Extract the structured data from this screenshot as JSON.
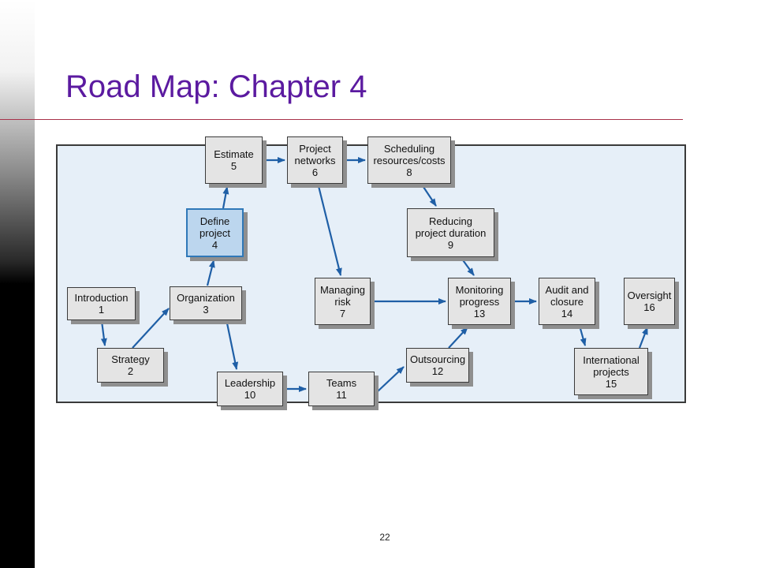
{
  "slide": {
    "title": "Road Map: Chapter 4",
    "page_number": "22"
  },
  "colors": {
    "title": "#5b1aa0",
    "rule": "#a8324a",
    "panel": "#e6eff8",
    "box": "#e4e4e4",
    "box_highlight": "#bcd6ee",
    "arrow": "#1f5fa6"
  },
  "nodes": {
    "introduction": {
      "line1": "Introduction",
      "line2": "1"
    },
    "strategy": {
      "line1": "Strategy",
      "line2": "2"
    },
    "organization": {
      "line1": "Organization",
      "line2": "3"
    },
    "define_project": {
      "line1": "Define",
      "line2": "project",
      "line3": "4",
      "highlighted": true
    },
    "estimate": {
      "line1": "Estimate",
      "line2": "5"
    },
    "project_networks": {
      "line1": "Project",
      "line2": "networks",
      "line3": "6"
    },
    "managing_risk": {
      "line1": "Managing",
      "line2": "risk",
      "line3": "7"
    },
    "scheduling": {
      "line1": "Scheduling",
      "line2": "resources/costs",
      "line3": "8"
    },
    "reducing_duration": {
      "line1": "Reducing",
      "line2": "project duration",
      "line3": "9"
    },
    "leadership": {
      "line1": "Leadership",
      "line2": "10"
    },
    "teams": {
      "line1": "Teams",
      "line2": "11"
    },
    "outsourcing": {
      "line1": "Outsourcing",
      "line2": "12"
    },
    "monitoring": {
      "line1": "Monitoring",
      "line2": "progress",
      "line3": "13"
    },
    "audit_closure": {
      "line1": "Audit and",
      "line2": "closure",
      "line3": "14"
    },
    "international": {
      "line1": "International",
      "line2": "projects",
      "line3": "15"
    },
    "oversight": {
      "line1": "Oversight",
      "line2": "16"
    }
  },
  "edges": [
    {
      "from": "introduction",
      "to": "strategy"
    },
    {
      "from": "strategy",
      "to": "organization"
    },
    {
      "from": "organization",
      "to": "define_project"
    },
    {
      "from": "define_project",
      "to": "estimate"
    },
    {
      "from": "organization",
      "to": "leadership"
    },
    {
      "from": "estimate",
      "to": "project_networks"
    },
    {
      "from": "project_networks",
      "to": "scheduling"
    },
    {
      "from": "project_networks",
      "to": "managing_risk"
    },
    {
      "from": "scheduling",
      "to": "reducing_duration"
    },
    {
      "from": "reducing_duration",
      "to": "monitoring"
    },
    {
      "from": "managing_risk",
      "to": "monitoring"
    },
    {
      "from": "leadership",
      "to": "teams"
    },
    {
      "from": "teams",
      "to": "outsourcing"
    },
    {
      "from": "outsourcing",
      "to": "monitoring"
    },
    {
      "from": "monitoring",
      "to": "audit_closure"
    },
    {
      "from": "audit_closure",
      "to": "international"
    },
    {
      "from": "international",
      "to": "oversight"
    }
  ]
}
